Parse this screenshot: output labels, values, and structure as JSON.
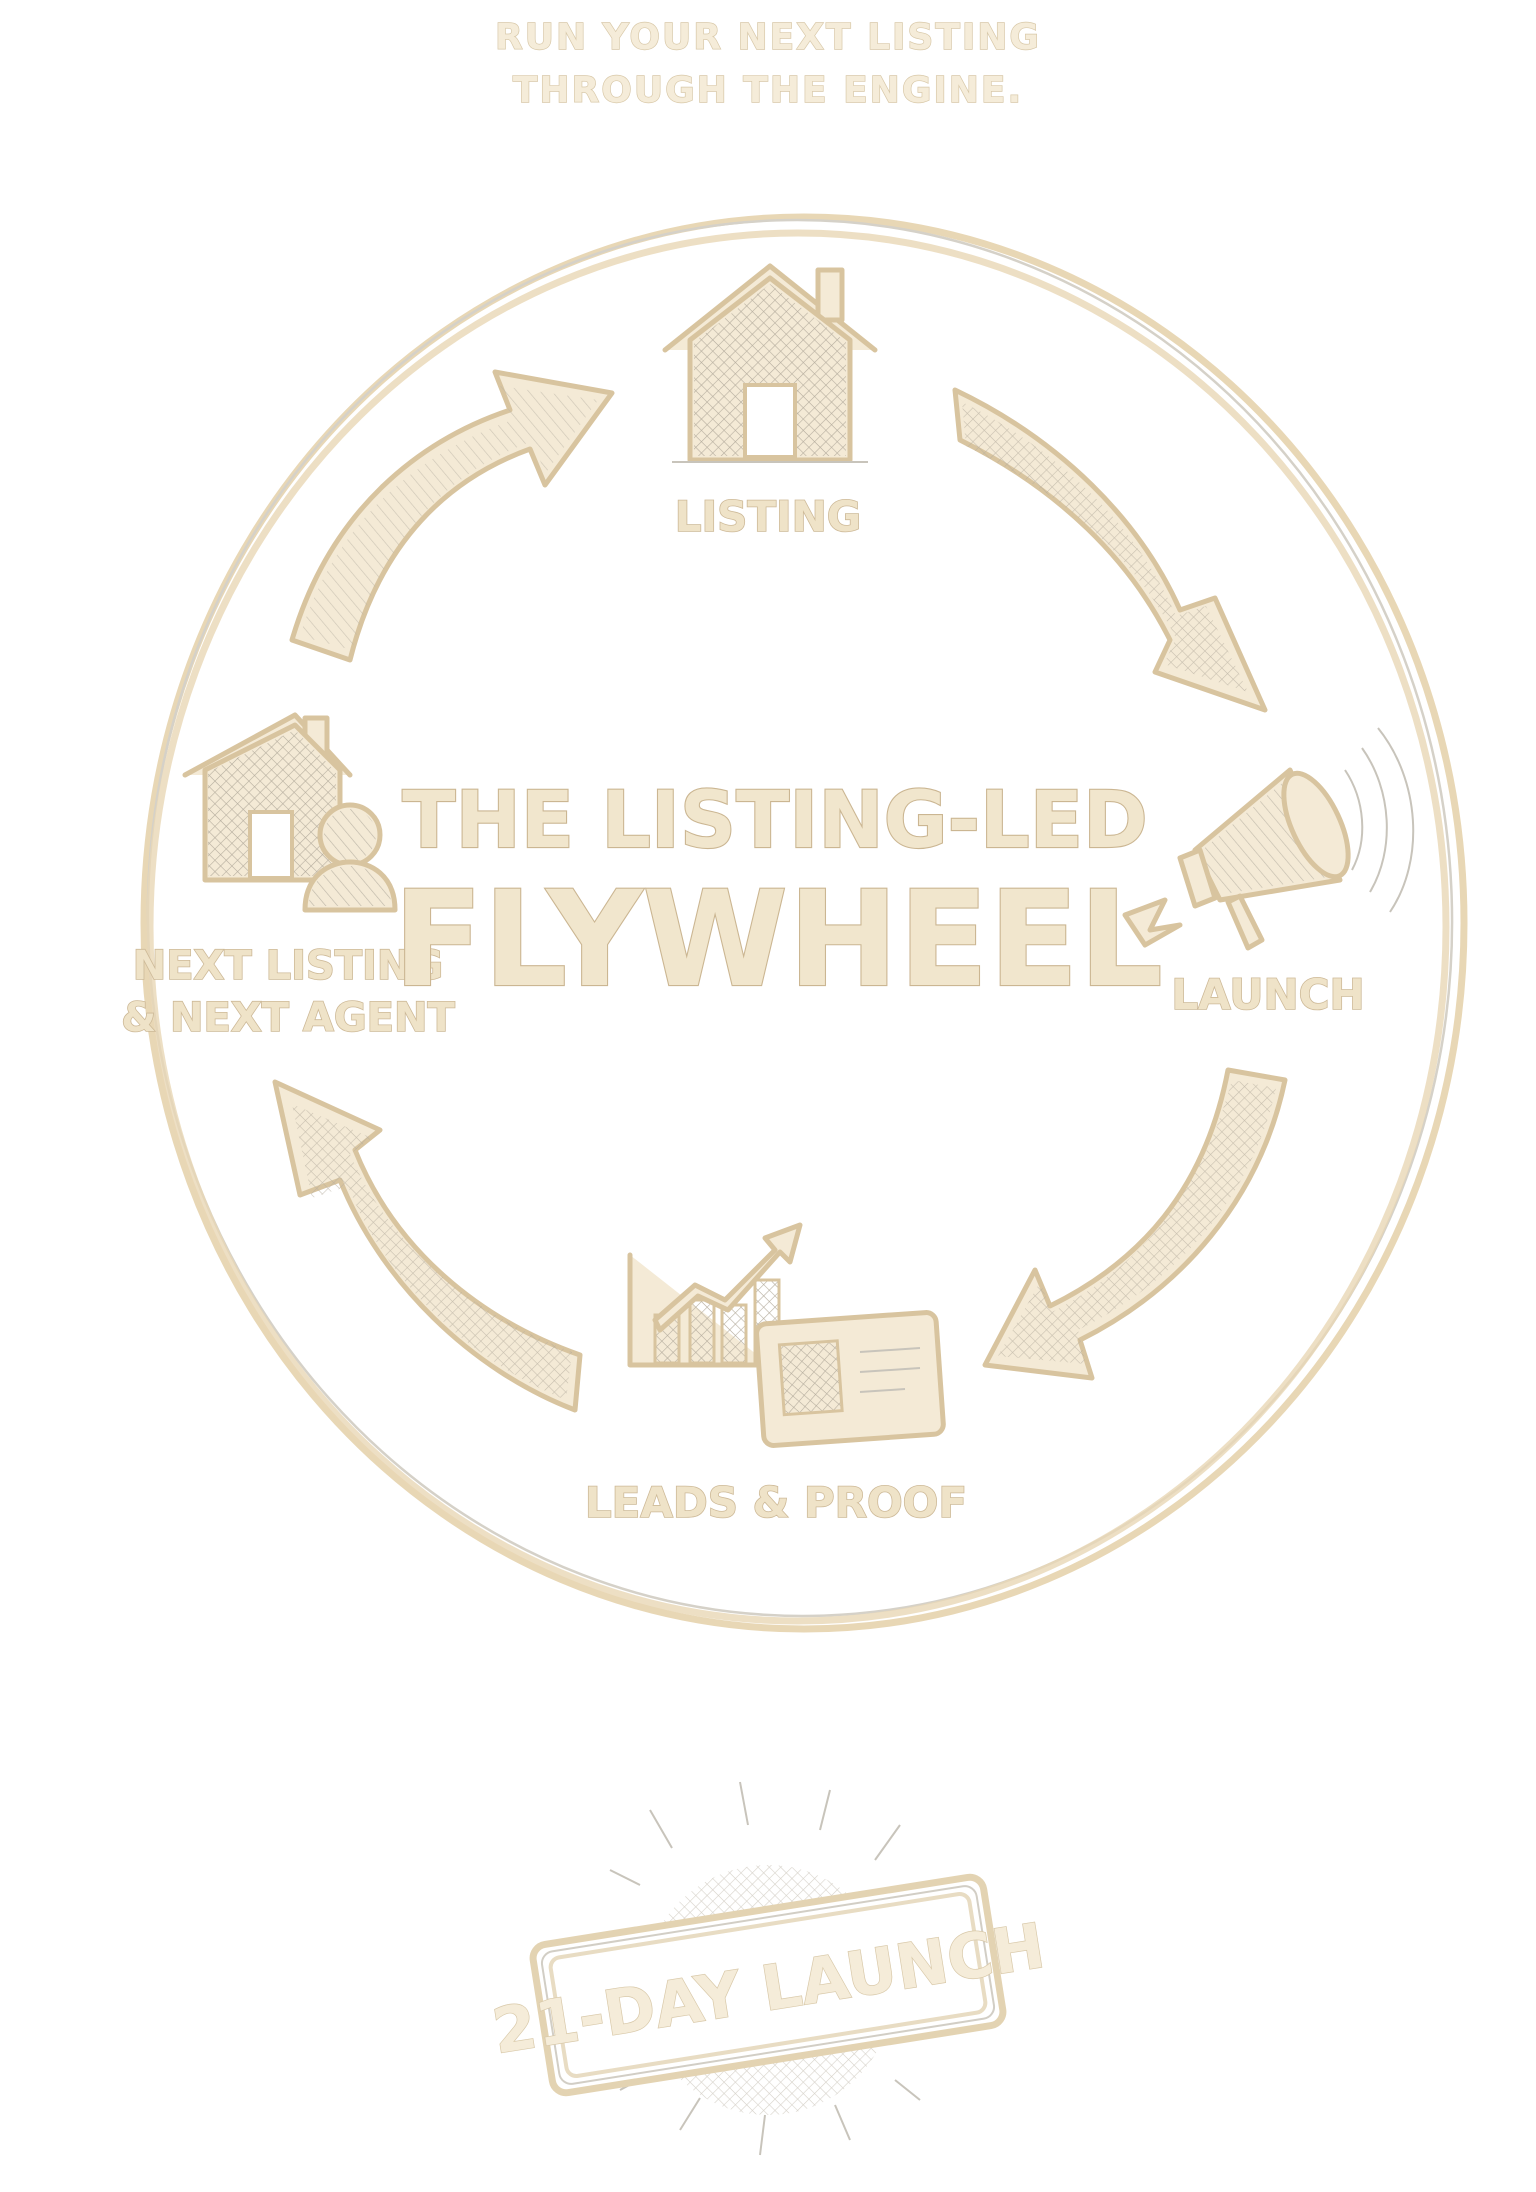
{
  "header": {
    "line1": "RUN YOUR NEXT LISTING",
    "line2": "THROUGH THE ENGINE."
  },
  "center_title": {
    "line1": "THE LISTING-LED",
    "line2": "FLYWHEEL"
  },
  "stages": {
    "listing": "LISTING",
    "launch": "LAUNCH",
    "leads_proof": "LEADS & PROOF",
    "next_line1": "NEXT LISTING",
    "next_line2": "& NEXT AGENT"
  },
  "badge": {
    "label": "21-DAY LAUNCH"
  },
  "colors": {
    "ink": "#e8d7b5",
    "hatch": "#b9b3a6",
    "background": "#ffffff"
  }
}
